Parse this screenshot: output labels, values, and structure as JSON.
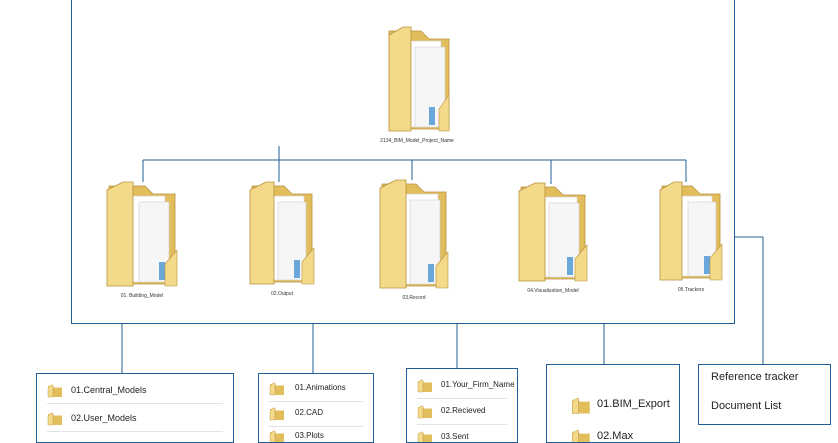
{
  "root": {
    "label": "2134_BIM_Model_Project_Name"
  },
  "level1": [
    {
      "label": "01. Building_Model"
    },
    {
      "label": "02.Output"
    },
    {
      "label": "03.Record"
    },
    {
      "label": "04.Visualization_Model"
    },
    {
      "label": "05.Trackers"
    }
  ],
  "subpanels": [
    {
      "items": [
        "01.Central_Models",
        "02.User_Models"
      ]
    },
    {
      "items": [
        "01.Animations",
        "02.CAD",
        "03.Plots"
      ]
    },
    {
      "items": [
        "01.Your_Firm_Name",
        "02.Recieved",
        "03.Sent"
      ]
    },
    {
      "items": [
        "01.BIM_Export",
        "02.Max"
      ]
    }
  ],
  "tracker_box": {
    "line1": "Reference tracker",
    "line2": "Document List"
  },
  "colors": {
    "line": "#1f5f96",
    "folder_front": "#f3d98a",
    "folder_back": "#e2bd5c"
  },
  "icon": "folder-icon"
}
